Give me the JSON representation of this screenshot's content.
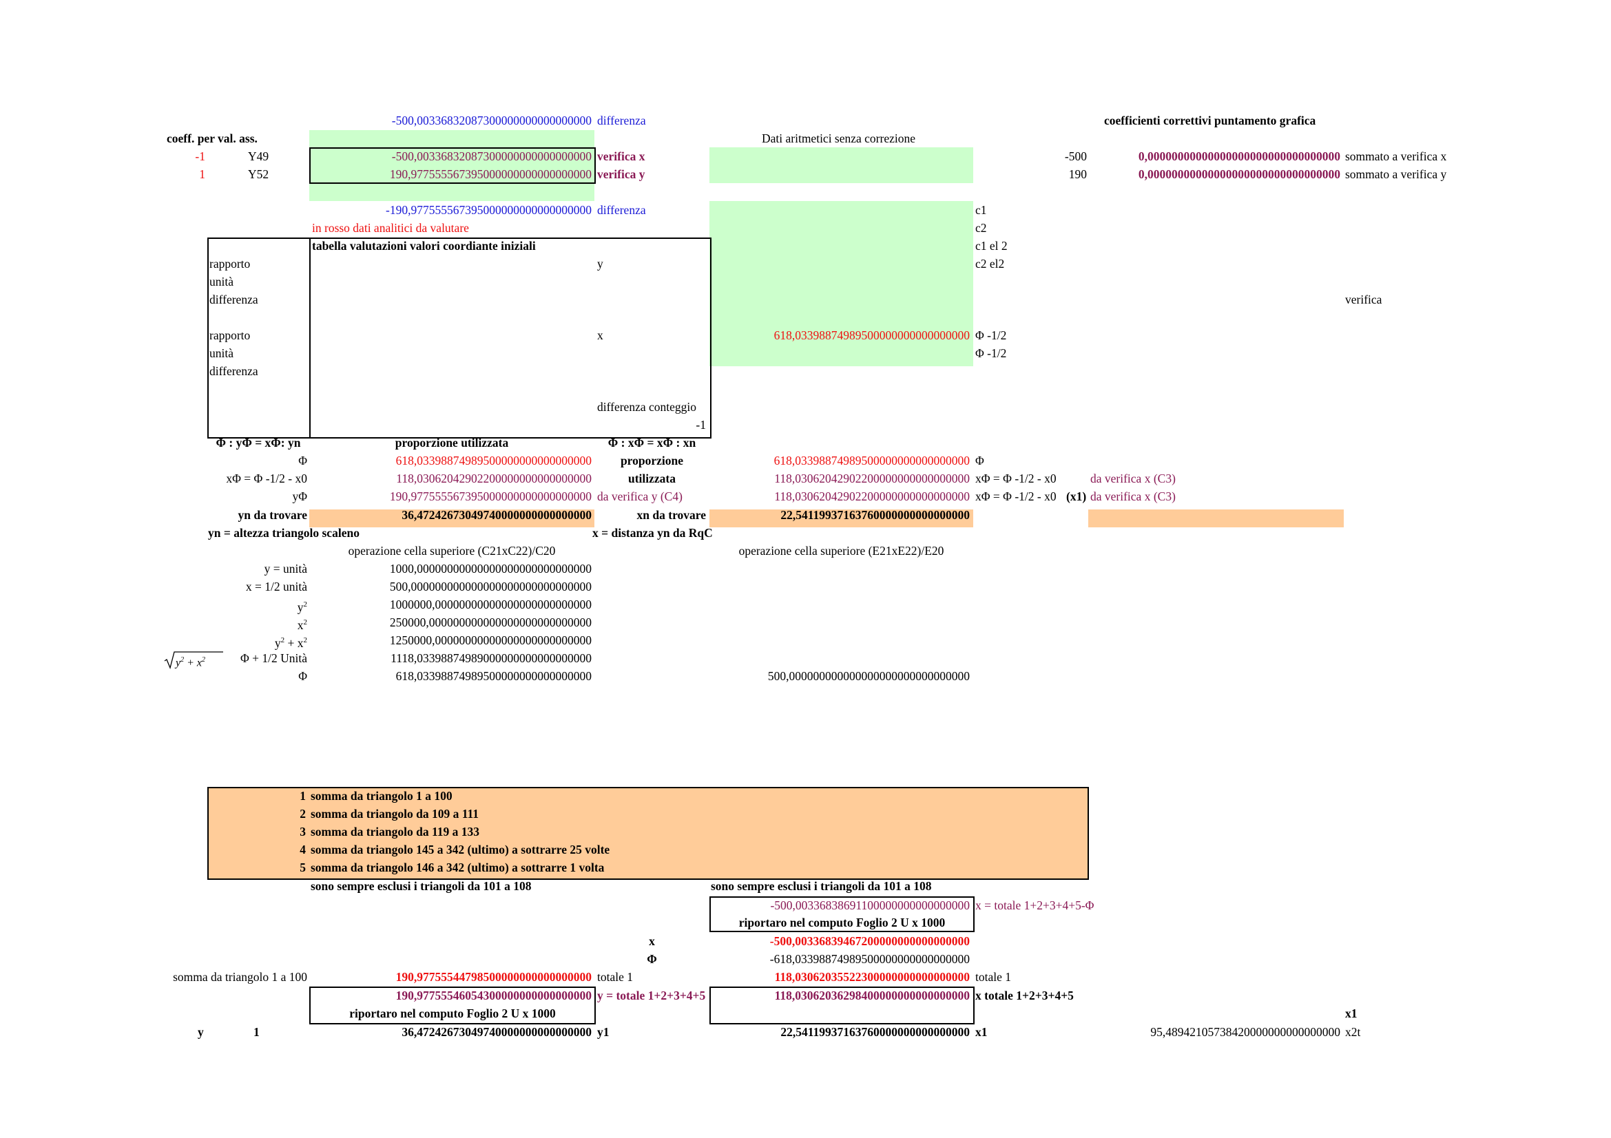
{
  "colors": {
    "green_fill": "#ccffcc",
    "orange_fill": "#ffcc99",
    "blue_text": "#1a1ad6",
    "red_text": "#ee1111",
    "maroon_text": "#8a1a55"
  },
  "top": {
    "diff1_value": "-500,00336832087300000000000000000",
    "diff1_label": "differenza",
    "coeff_header": "coefficienti correttivi puntamento grafica",
    "coeff_abs_label": "coeff. per val. ass.",
    "dati_label": "Dati aritmetici senza correzione",
    "row_x": {
      "coeff": "-1",
      "cell": "Y49",
      "value": "-500,00336832087300000000000000000",
      "label": "verifica x",
      "raw": "-500",
      "corr": "0,00000000000000000000000000000000",
      "note": "sommato a verifica x"
    },
    "row_y": {
      "coeff": "1",
      "cell": "Y52",
      "value": "190,977555567395000000000000000000",
      "label": "verifica y",
      "raw": "190",
      "corr": "0,00000000000000000000000000000000",
      "note": "sommato a verifica y"
    },
    "diff2_value": "-190,977555567395000000000000000000",
    "diff2_label": "differenza",
    "red_note": "in rosso dati analitici da valutare",
    "c_labels": [
      "c1",
      "c2",
      "c1 el 2",
      "c2 el2"
    ]
  },
  "table": {
    "title": "tabella valutazioni valori coordiante iniziali",
    "labels_y": [
      "rapporto",
      "unità",
      "differenza"
    ],
    "y_label": "y",
    "labels_x": [
      "rapporto",
      "unità",
      "differenza"
    ],
    "x_label": "x",
    "x_value": "618,03398874989500000000000000000",
    "phi_half_1": "Φ -1/2",
    "phi_half_2": "Φ -1/2",
    "verifica": "verifica",
    "diff_conteggio": "differenza conteggio",
    "diff_conteggio_val": "-1"
  },
  "proportion": {
    "left_header": "Φ : yΦ = xΦ: yn",
    "left_title": "proporzione utilizzata",
    "right_header": "Φ : xΦ = xΦ : xn",
    "right_title_1": "proporzione",
    "right_title_2": "utilizzata",
    "rows": [
      {
        "l_label": "Φ",
        "l_value": "618,03398874989500000000000000000",
        "r_value": "618,03398874989500000000000000000",
        "r_label": "Φ"
      },
      {
        "l_label": "xΦ = Φ -1/2 - x0",
        "l_value": "118,03062042902200000000000000000",
        "r_value": "118,03062042902200000000000000000",
        "r_label": "xΦ = Φ -1/2 - x0",
        "r_note": "da verifica x (C3)"
      },
      {
        "l_label": "yΦ",
        "l_value": "190,977555567395000000000000000000",
        "l_note": "da verifica y (C4)",
        "r_value": "118,03062042902200000000000000000",
        "r_label": "xΦ = Φ -1/2 - x0",
        "r_tag": "(x1)",
        "r_note": "da verifica x (C3)"
      }
    ],
    "yn_label": "yn da trovare",
    "yn_value": "36,47242673049740000000000000000",
    "xn_label": "xn da trovare",
    "xn_value": "22,54119937163760000000000000000",
    "yn_def": "yn = altezza triangolo scaleno",
    "xn_def": "x = distanza yn da RqC",
    "op_left": "operazione cella superiore (C21xC22)/C20",
    "op_right": "operazione cella superiore (E21xE22)/E20"
  },
  "calc": {
    "rows": [
      {
        "label": "y = unità",
        "value": "1000,00000000000000000000000000000"
      },
      {
        "label": "x = 1/2 unità",
        "value": "500,000000000000000000000000000000"
      },
      {
        "label": "y",
        "sup": "2",
        "value": "1000000,00000000000000000000000000"
      },
      {
        "label": "x",
        "sup": "2",
        "value": "250000,000000000000000000000000000"
      },
      {
        "label": "y",
        "sup": "2",
        "label2": " + x",
        "sup2": "2",
        "value": "1250000,00000000000000000000000000"
      },
      {
        "label": "Φ + 1/2 Unità",
        "value": "1118,03398874989000000000000000000"
      },
      {
        "label": "Φ",
        "value": "618,03398874989500000000000000000",
        "right_value": "500,000000000000000000000000000000"
      }
    ],
    "sqrt_y": "y",
    "sqrt_x": "x",
    "sqrt_sup": "2"
  },
  "sums": {
    "items": [
      {
        "n": "1",
        "text": "somma da triangolo 1 a 100"
      },
      {
        "n": "2",
        "text": "somma da triangolo da 109 a 111"
      },
      {
        "n": "3",
        "text": "somma da triangolo da 119 a 133"
      },
      {
        "n": "4",
        "text": "somma da triangolo 145 a 342 (ultimo) a sottrarre 25 volte"
      },
      {
        "n": "5",
        "text": "somma da triangolo 146 a 342 (ultimo) a sottrarre 1 volta"
      }
    ],
    "excluded_left": "sono sempre esclusi i triangoli da 101 a 108",
    "excluded_right": "sono sempre esclusi i triangoli da 101 a 108"
  },
  "bottom": {
    "box_right_value": "-500,00336838691100000000000000000",
    "box_right_note": "x = totale 1+2+3+4+5-Φ",
    "box_right_caption": "riportaro nel computo Foglio 2 U x 1000",
    "x_label": "x",
    "x_value": "-500,00336839467200000000000000000",
    "phi_label": "Φ",
    "phi_value": "-618,03398874989500000000000000000",
    "sum_label": "somma da triangolo 1 a 100",
    "sum_left_value": "190,97755544798500000000000000000",
    "totale1_left": "totale 1",
    "sum_right_value": "118,03062035522300000000000000000",
    "totale1_right": "totale 1",
    "box_left_value": "190,97755546054300000000000000000",
    "box_left_note": "y = totale 1+2+3+4+5",
    "box_left_caption": "riportaro nel computo Foglio 2 U x 1000",
    "box_right2_value": "118,03062036298400000000000000000",
    "box_right2_note": "x totale 1+2+3+4+5",
    "x1_header": "x1",
    "final_y_label": "y",
    "final_y_num": "1",
    "final_y_value": "36,47242673049740000000000000000",
    "final_y_tag": "y1",
    "final_x_value": "22,54119937163760000000000000000",
    "final_x_tag": "x1",
    "final_x2t_value": "95,48942105738420000000000000000",
    "final_x2t_tag": "x2t"
  }
}
